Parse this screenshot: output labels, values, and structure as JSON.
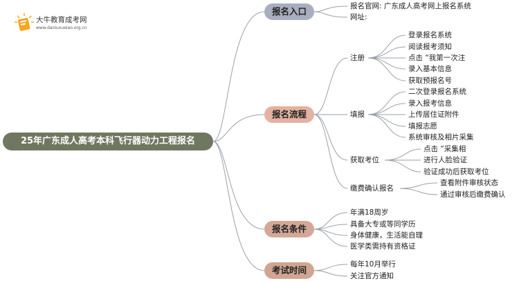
{
  "logo": {
    "title": "大牛教育成考网",
    "url": "www.daniuxueiao.org.cn"
  },
  "root": "25年广东成人高考本科飞行器动力工程报名",
  "branches": {
    "entry": {
      "label": "报名入口",
      "items": [
        "报名官网: 广东成人高考网上报名系统",
        "网址:"
      ]
    },
    "process": {
      "label": "报名流程",
      "register": {
        "label": "注册",
        "items": [
          "登录报名系统",
          "阅读报考须知",
          "点击 “我第一次注",
          "录入基本信息",
          "获取预报名号"
        ]
      },
      "fill": {
        "label": "填报",
        "items": [
          "二次登录报名系统",
          "录入报考信息",
          "上传居住证附件",
          "填报志愿",
          "系统审核及相片采集"
        ]
      },
      "seat": {
        "label": "获取考位",
        "items": [
          "点击 “采集相",
          "进行人脸验证",
          "验证成功后获取考位"
        ]
      },
      "pay": {
        "label": "缴费确认报名",
        "items": [
          "查看附件审核状态",
          "通过审核后缴费确认"
        ]
      }
    },
    "conditions": {
      "label": "报名条件",
      "items": [
        "年满18周岁",
        "具备大专或等同学历",
        "身体健康，生活能自理",
        "医学类需持有资格证"
      ]
    },
    "time": {
      "label": "考试时间",
      "items": [
        "每年10月举行",
        "关注官方通知"
      ]
    }
  }
}
